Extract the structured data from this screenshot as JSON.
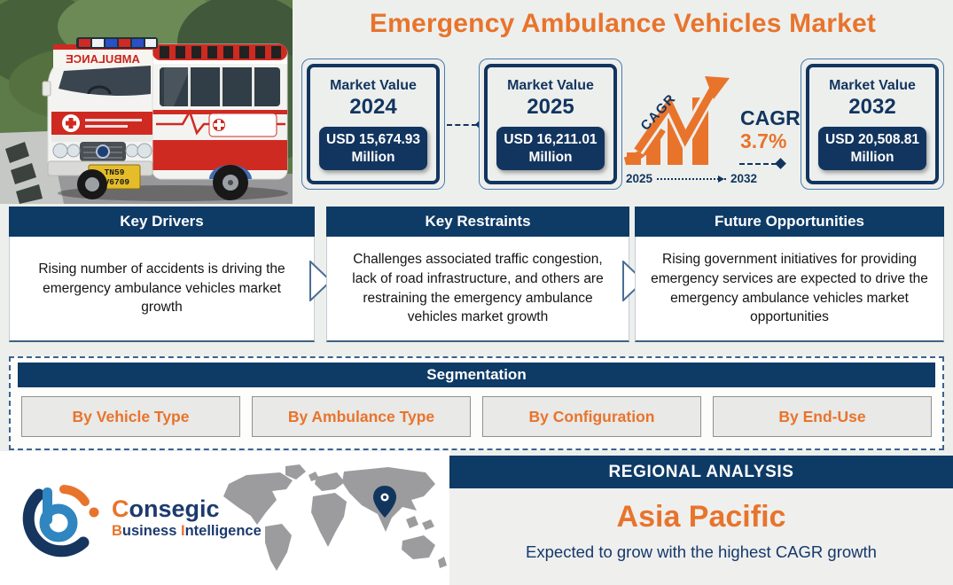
{
  "title": "Emergency Ambulance Vehicles Market",
  "colors": {
    "navy": "#0E3A66",
    "orange": "#E8742C",
    "light_bg": "#EDEFED",
    "red": "#CF2A22"
  },
  "market_values": [
    {
      "label": "Market Value",
      "year": "2024",
      "amount": "USD 15,674.93",
      "unit": "Million"
    },
    {
      "label": "Market Value",
      "year": "2025",
      "amount": "USD 16,211.01",
      "unit": "Million"
    },
    {
      "label": "Market Value",
      "year": "2032",
      "amount": "USD 20,508.81",
      "unit": "Million"
    }
  ],
  "cagr": {
    "chart_label": "CAGR",
    "label": "CAGR",
    "value": "3.7%",
    "start_year": "2025",
    "end_year": "2032"
  },
  "panels": [
    {
      "title": "Key Drivers",
      "text": "Rising number of accidents is driving the emergency ambulance vehicles market growth"
    },
    {
      "title": "Key Restraints",
      "text": "Challenges associated traffic congestion, lack of road infrastructure, and others are restraining the emergency ambulance vehicles market growth"
    },
    {
      "title": "Future Opportunities",
      "text": "Rising government initiatives for providing emergency services are expected to drive the emergency ambulance vehicles market opportunities"
    }
  ],
  "segmentation": {
    "title": "Segmentation",
    "items": [
      {
        "label": "By Vehicle Type"
      },
      {
        "label": "By Ambulance Type"
      },
      {
        "label": "By Configuration"
      },
      {
        "label": "By End-Use"
      }
    ]
  },
  "regional": {
    "title": "REGIONAL ANALYSIS",
    "region": "Asia Pacific",
    "subtitle": "Expected to grow with the highest CAGR growth"
  },
  "logo": {
    "name_first": "C",
    "name_rest": "onsegic",
    "tag_first": "B",
    "tag_mid": "usiness ",
    "tag_i": "I",
    "tag_rest": "ntelligence"
  },
  "ambulance": {
    "sign": "AMBULANCE",
    "plate_line1": "TN59",
    "plate_line2": "AV6709"
  }
}
